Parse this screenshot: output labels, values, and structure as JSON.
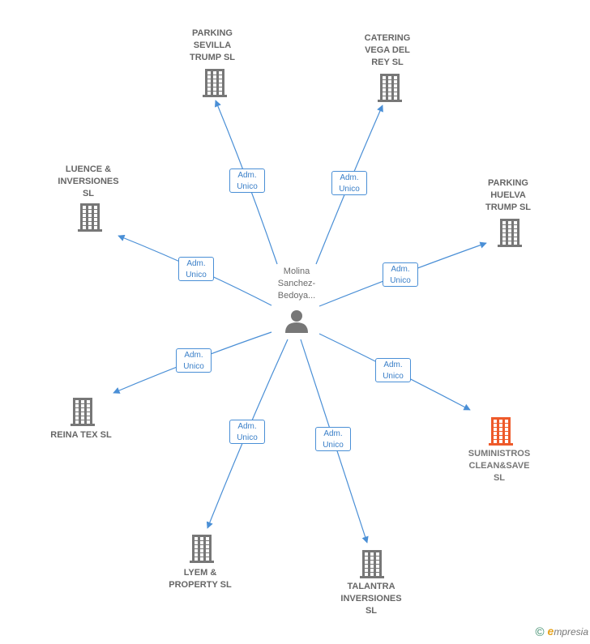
{
  "center": {
    "name": "Molina\nSanchez-\nBedoya..."
  },
  "relationship_label": "Adm.\nUnico",
  "colors": {
    "edge": "#4a8fd6",
    "node_default": "#777777",
    "node_highlight": "#ee5a2a"
  },
  "nodes": [
    {
      "id": "parking-sevilla",
      "name": "PARKING\nSEVILLA\nTRUMP  SL",
      "highlight": false
    },
    {
      "id": "catering-vega",
      "name": "CATERING\nVEGA DEL\nREY  SL",
      "highlight": false
    },
    {
      "id": "luence",
      "name": "LUENCE &\nINVERSIONES\nSL",
      "highlight": false
    },
    {
      "id": "parking-huelva",
      "name": "PARKING\nHUELVA\nTRUMP  SL",
      "highlight": false
    },
    {
      "id": "reina-tex",
      "name": "REINA TEX  SL",
      "highlight": false
    },
    {
      "id": "suministros",
      "name": "SUMINISTROS\nCLEAN&SAVE\nSL",
      "highlight": true
    },
    {
      "id": "lyem",
      "name": "LYEM &\nPROPERTY  SL",
      "highlight": false
    },
    {
      "id": "talantra",
      "name": "TALANTRA\nINVERSIONES\nSL",
      "highlight": false
    }
  ],
  "footer": {
    "copyright": "©",
    "brand_initial": "e",
    "brand_rest": "mpresia"
  }
}
